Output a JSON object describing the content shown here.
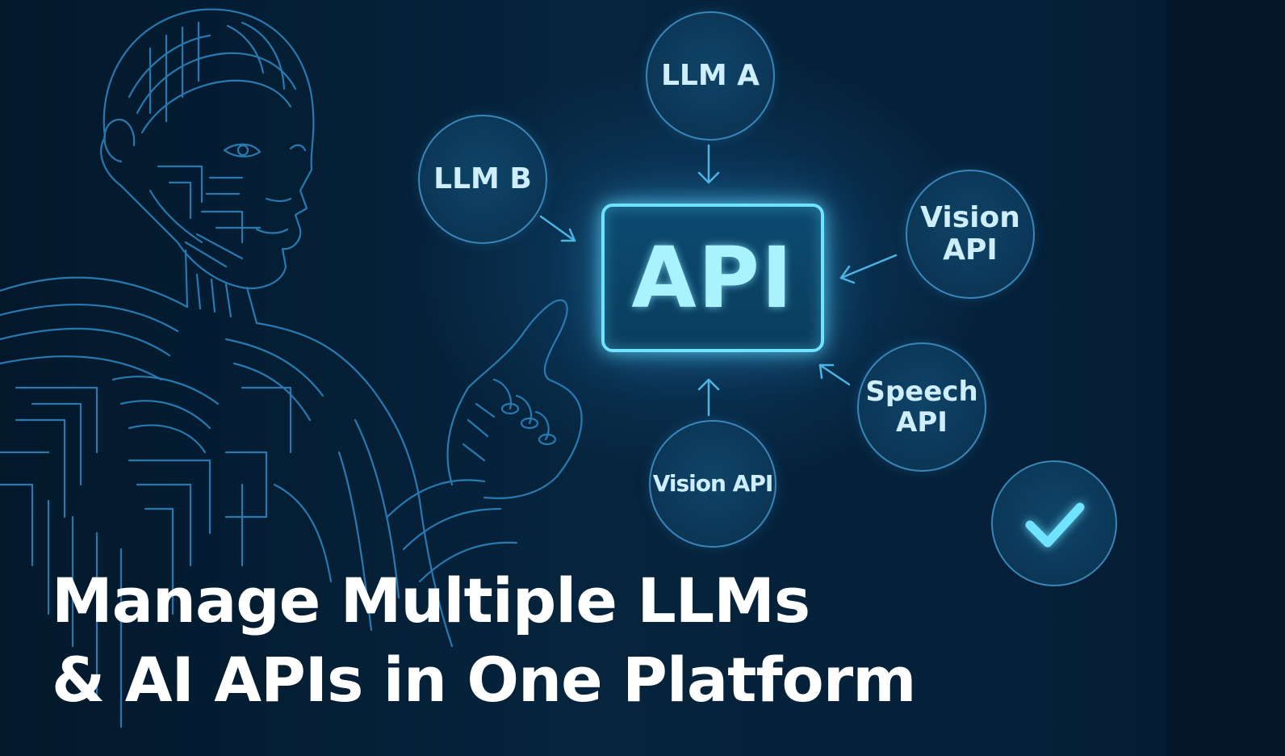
{
  "hero": {
    "api_label": "API",
    "nodes": [
      {
        "id": "llm-a",
        "label": "LLM A"
      },
      {
        "id": "llm-b",
        "label": "LLM B"
      },
      {
        "id": "vision-api",
        "label": "Vision\nAPI"
      },
      {
        "id": "speech-api",
        "label": "Speech\nAPI"
      },
      {
        "id": "vision-api-bottom",
        "label": "Vision API"
      }
    ],
    "status_icon": "checkmark-icon",
    "figure_icon": "human-figure-pointing-icon"
  },
  "headline": {
    "line1": "Manage Multiple LLMs",
    "line2": "& AI APIs in One Platform"
  },
  "colors": {
    "background": "#041a2e",
    "accent_glow": "#6fe3ff",
    "node_border": "#3a86b8",
    "line_art": "#2a7fb8",
    "headline_text": "#ffffff"
  }
}
